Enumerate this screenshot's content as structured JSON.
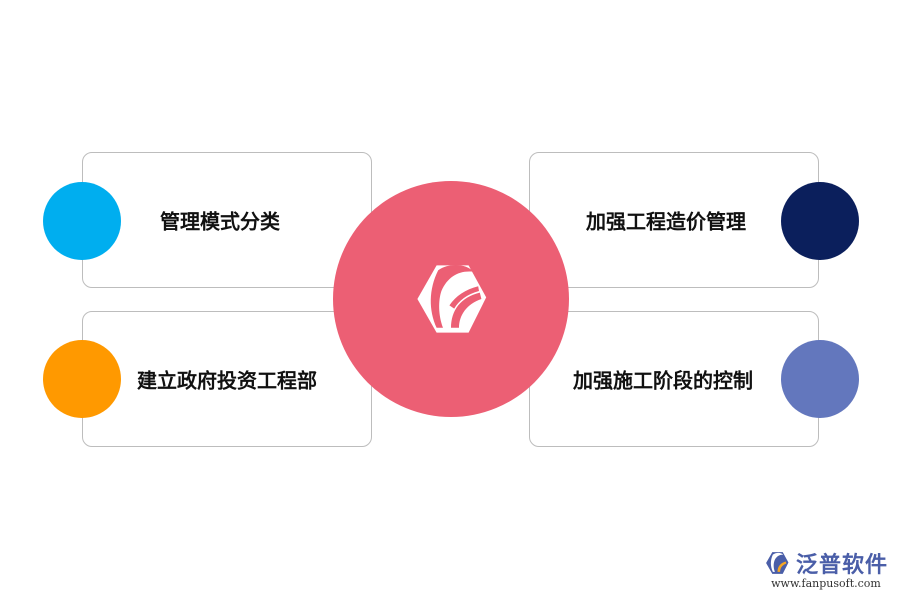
{
  "items": [
    {
      "label": "管理模式分类",
      "color": "#00AEEF"
    },
    {
      "label": "加强工程造价管理",
      "color": "#0B1F5C"
    },
    {
      "label": "建立政府投资工程部",
      "color": "#FF9900"
    },
    {
      "label": "加强施工阶段的控制",
      "color": "#6377BD"
    }
  ],
  "center": {
    "color": "#EC5F74",
    "icon": "logo-icon"
  },
  "brand": {
    "name": "泛普软件",
    "url": "www.fanpusoft.com"
  }
}
